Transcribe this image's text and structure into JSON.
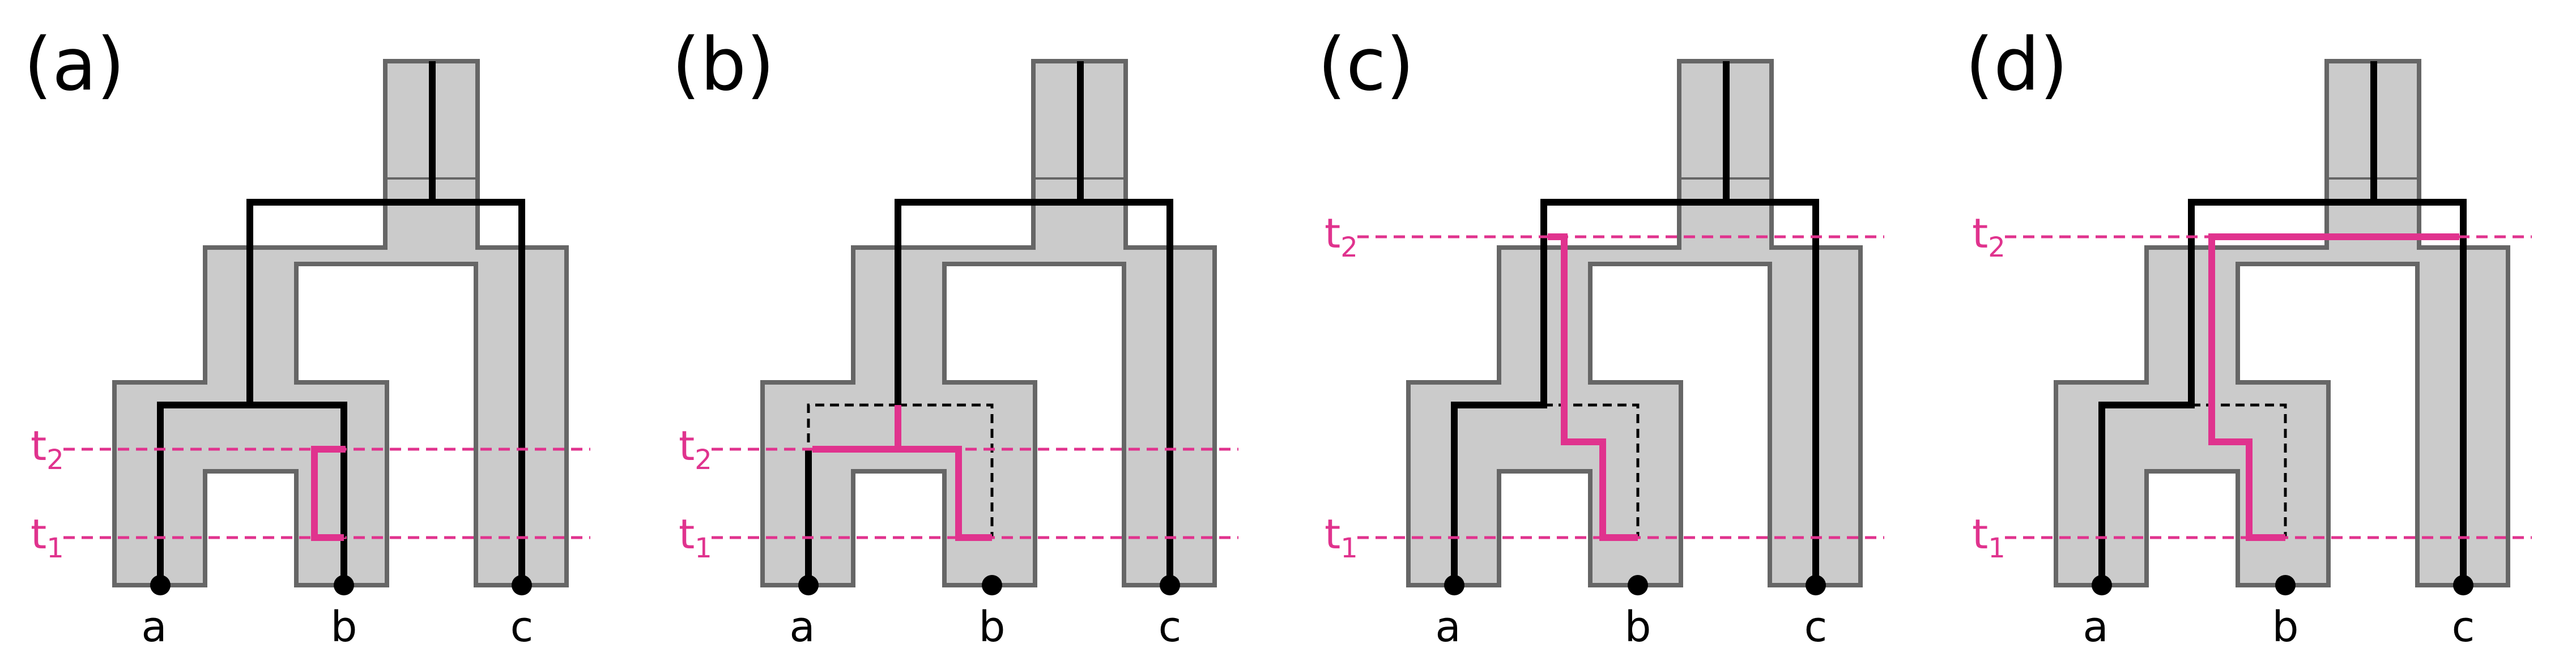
{
  "colors": {
    "species_tree_fill": "#cbcbcb",
    "species_tree_outline": "#666666",
    "gene_tree": "#000000",
    "migration": "#e0338e",
    "time_line": "#e0338e",
    "original_edge": "#000000"
  },
  "leaves": [
    "a",
    "b",
    "c"
  ],
  "panels": [
    {
      "label": "(a)",
      "time_labels": [
        {
          "base": "t",
          "sub": "2"
        },
        {
          "base": "t",
          "sub": "1"
        }
      ]
    },
    {
      "label": "(b)",
      "time_labels": [
        {
          "base": "t",
          "sub": "2"
        },
        {
          "base": "t",
          "sub": "1"
        }
      ]
    },
    {
      "label": "(c)",
      "time_labels": [
        {
          "base": "t",
          "sub": "2"
        },
        {
          "base": "t",
          "sub": "1"
        }
      ]
    },
    {
      "label": "(d)",
      "time_labels": [
        {
          "base": "t",
          "sub": "2"
        },
        {
          "base": "t",
          "sub": "1"
        }
      ]
    }
  ]
}
